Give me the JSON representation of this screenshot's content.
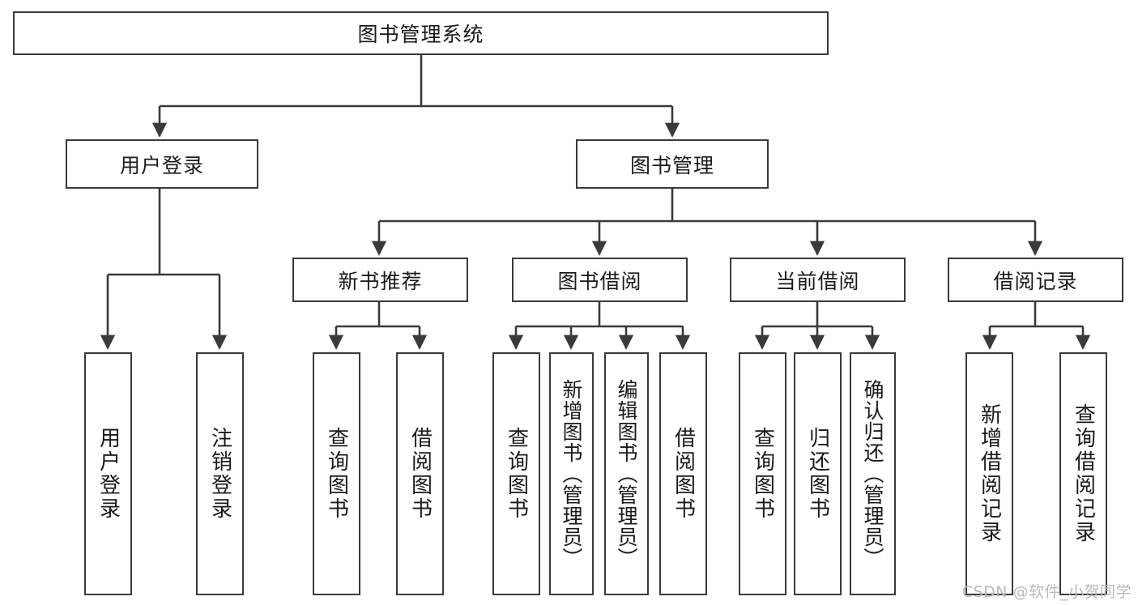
{
  "diagram": {
    "title": "图书管理系统",
    "root": {
      "label": "图书管理系统"
    },
    "level2": [
      {
        "label": "用户登录"
      },
      {
        "label": "图书管理"
      }
    ],
    "level3": [
      {
        "label": "新书推荐"
      },
      {
        "label": "图书借阅"
      },
      {
        "label": "当前借阅"
      },
      {
        "label": "借阅记录"
      }
    ],
    "leaves": {
      "user_login": [
        {
          "label": "用户登录"
        },
        {
          "label": "注销登录"
        }
      ],
      "new_book_recommend": [
        {
          "label": "查询图书"
        },
        {
          "label": "借阅图书"
        }
      ],
      "book_borrow": [
        {
          "label": "查询图书"
        },
        {
          "label": "新增图书（管理员）"
        },
        {
          "label": "编辑图书（管理员）"
        },
        {
          "label": "借阅图书"
        }
      ],
      "current_borrow": [
        {
          "label": "查询图书"
        },
        {
          "label": "归还图书"
        },
        {
          "label": "确认归还（管理员）"
        }
      ],
      "borrow_records": [
        {
          "label": "新增借阅记录"
        },
        {
          "label": "查询借阅记录"
        }
      ]
    }
  },
  "watermark": {
    "text": "CSDN @软件_小贺同学"
  },
  "colors": {
    "stroke": "#3a3a3a",
    "background": "#ffffff",
    "text": "#1a1a1a",
    "watermark": "#b9b9b9"
  }
}
